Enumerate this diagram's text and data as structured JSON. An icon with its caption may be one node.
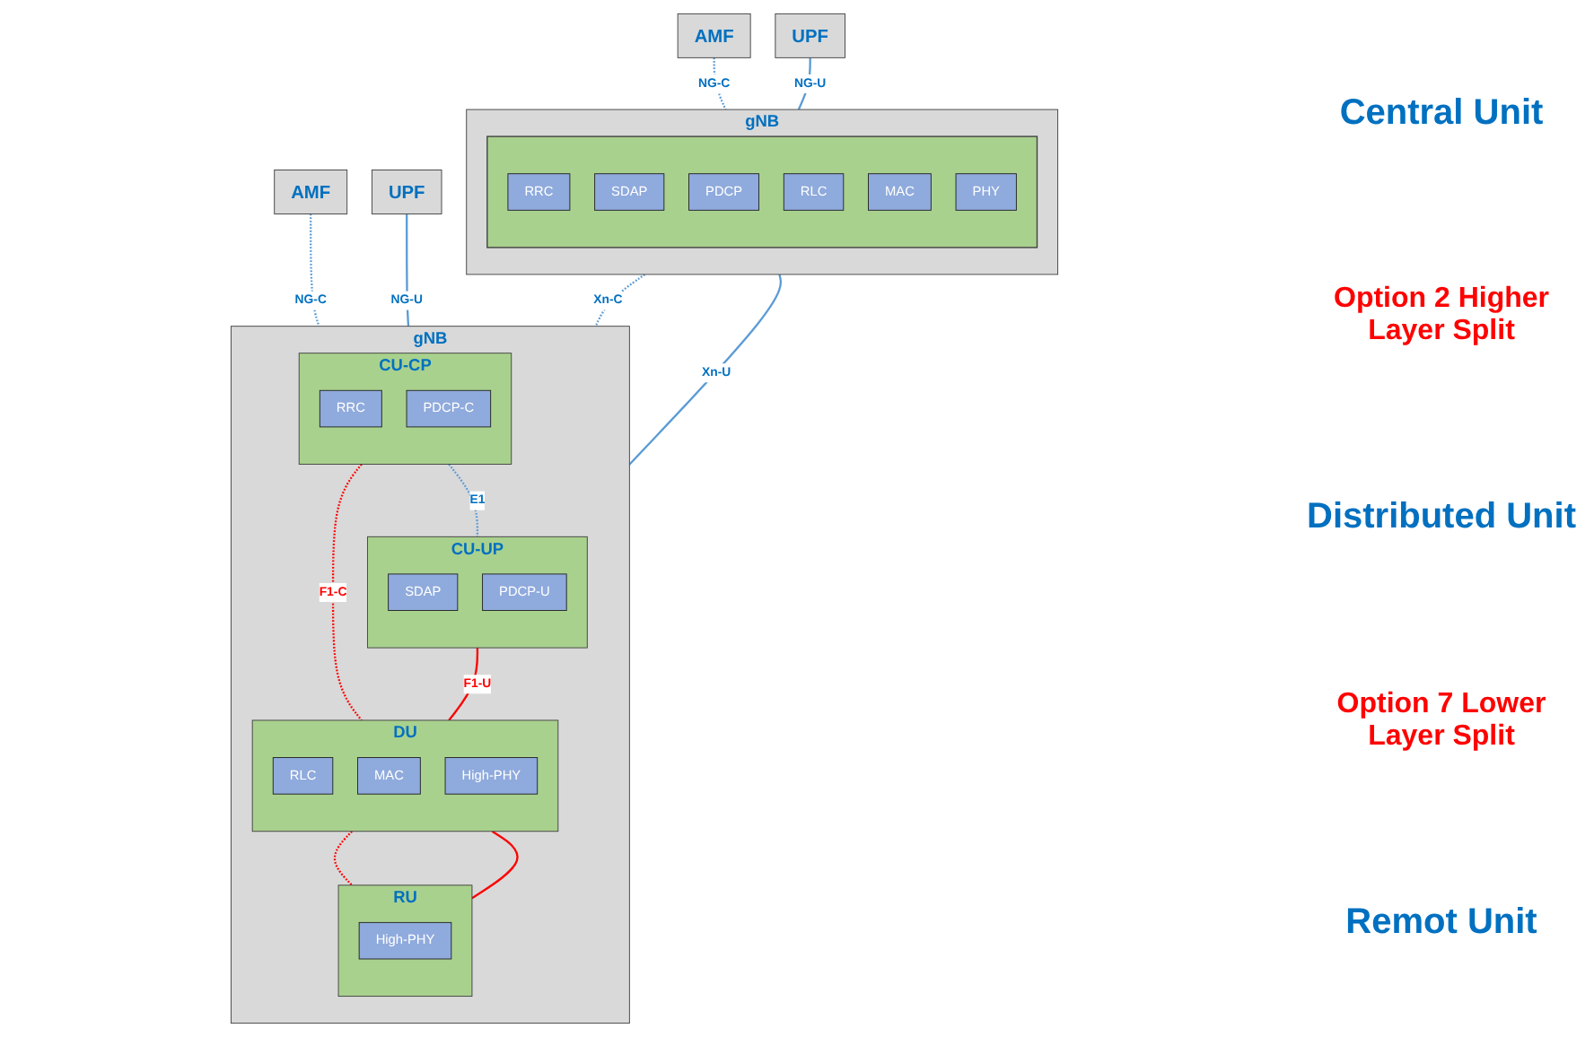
{
  "diagram": {
    "nodes": [
      {
        "text": [
          "AMF"
        ]
      },
      {
        "text": [
          "UPF"
        ]
      },
      {
        "text": [
          "AMF"
        ]
      },
      {
        "text": [
          "UPF"
        ]
      },
      {
        "text": [
          "gNB"
        ]
      },
      {
        "text": [],
        "shape": "box",
        "in": 4
      },
      {
        "text": [
          "RRC"
        ],
        "in": 5
      },
      {
        "text": [
          "SDAP"
        ],
        "in": 5
      },
      {
        "text": [
          "PDCP"
        ],
        "in": 5
      },
      {
        "text": [
          "RLC"
        ],
        "in": 5
      },
      {
        "text": [
          "MAC"
        ],
        "in": 5
      },
      {
        "text": [
          "PHY"
        ],
        "in": 5
      },
      {
        "text": [
          "gNB"
        ]
      },
      {
        "text": [
          "CU-CP"
        ],
        "in": 12
      },
      {
        "text": [
          "RRC"
        ],
        "in": 13
      },
      {
        "text": [
          "PDCP-C"
        ],
        "in": 13
      },
      {
        "text": [
          "CU-UP"
        ],
        "in": 12
      },
      {
        "text": [
          "SDAP"
        ],
        "in": 16
      },
      {
        "text": [
          "PDCP-U"
        ],
        "in": 16
      },
      {
        "text": [
          "DU"
        ],
        "in": 12
      },
      {
        "text": [
          "RLC"
        ],
        "in": 19
      },
      {
        "text": [
          "MAC"
        ],
        "in": 19
      },
      {
        "text": [
          "High-PHY"
        ],
        "in": 19
      },
      {
        "text": [
          "RU"
        ],
        "in": 12
      },
      {
        "text": [
          "High-PHY"
        ],
        "in": 23
      }
    ],
    "edges": [
      {
        "from": 0,
        "to": 4,
        "arrow": "none",
        "label": "NG-C",
        "style": "dashed"
      },
      {
        "from": 1,
        "to": 4,
        "arrow": "none",
        "label": "NG-U"
      },
      {
        "from": 2,
        "to": 12,
        "arrow": "none",
        "label": "NG-C",
        "style": "dashed"
      },
      {
        "from": 3,
        "to": 12,
        "arrow": "none",
        "label": "NG-U"
      },
      {
        "from": 4,
        "to": 12,
        "arrow": "none",
        "label": "Xn-C",
        "style": "dashed"
      },
      {
        "from": 4,
        "to": 12,
        "arrow": "none",
        "label": "Xn-U"
      },
      {
        "from": 13,
        "to": 16,
        "arrow": "none",
        "label": "E1",
        "style": "dashed"
      },
      {
        "from": 13,
        "to": 19,
        "arrow": "none",
        "label": "F1-C",
        "style": "dashed",
        "color": "#ff0000"
      },
      {
        "from": 16,
        "to": 19,
        "arrow": "none",
        "label": "F1-U",
        "color": "#ff0000"
      },
      {
        "from": 19,
        "to": 23,
        "arrow": "none",
        "style": "dashed",
        "color": "#ff0000"
      },
      {
        "from": 19,
        "to": 23,
        "arrow": "none",
        "color": "#ff0000"
      }
    ],
    "labels": [
      "Central Unit",
      "Option 2 Higher Layer Split",
      "Distributed Unit",
      "Option 7 Lower Layer Split",
      "Remot Unit"
    ]
  }
}
